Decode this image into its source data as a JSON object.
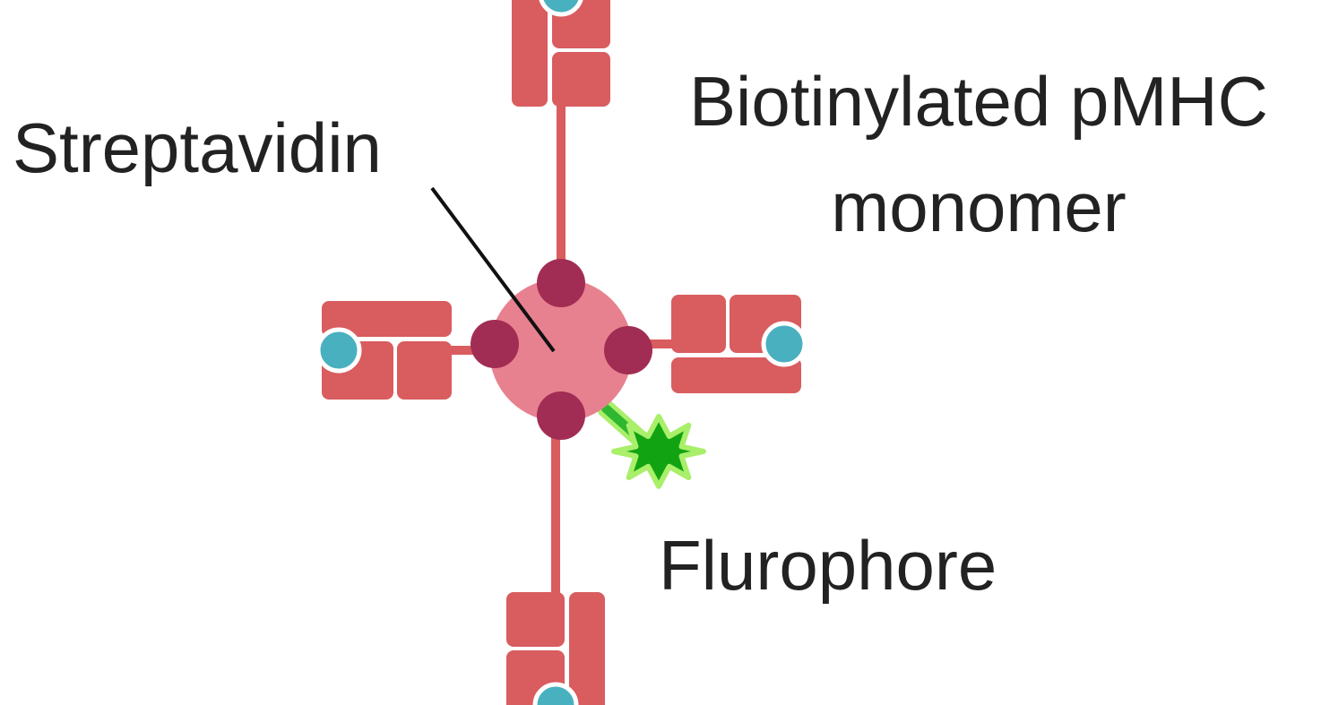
{
  "labels": {
    "streptavidin": "Streptavidin",
    "monomer_line1": "Biotinylated pMHC",
    "monomer_line2": "monomer",
    "fluorophore": "Flurophore"
  },
  "colors": {
    "mhc": "#d95c5f",
    "peptide": "#49b0c0",
    "core": "#e8818f",
    "biotin_site": "#a12d55",
    "fluor_fill": "#12a312",
    "fluor_glow": "#a9ef6a",
    "text": "#222222",
    "leader": "#111111"
  },
  "icons": {
    "streptavidin_core": "streptavidin-core-icon",
    "biotin_site": "biotin-binding-site-icon",
    "pmhc": "pmhc-monomer-icon",
    "peptide": "peptide-icon",
    "fluorophore": "fluorophore-star-icon"
  }
}
